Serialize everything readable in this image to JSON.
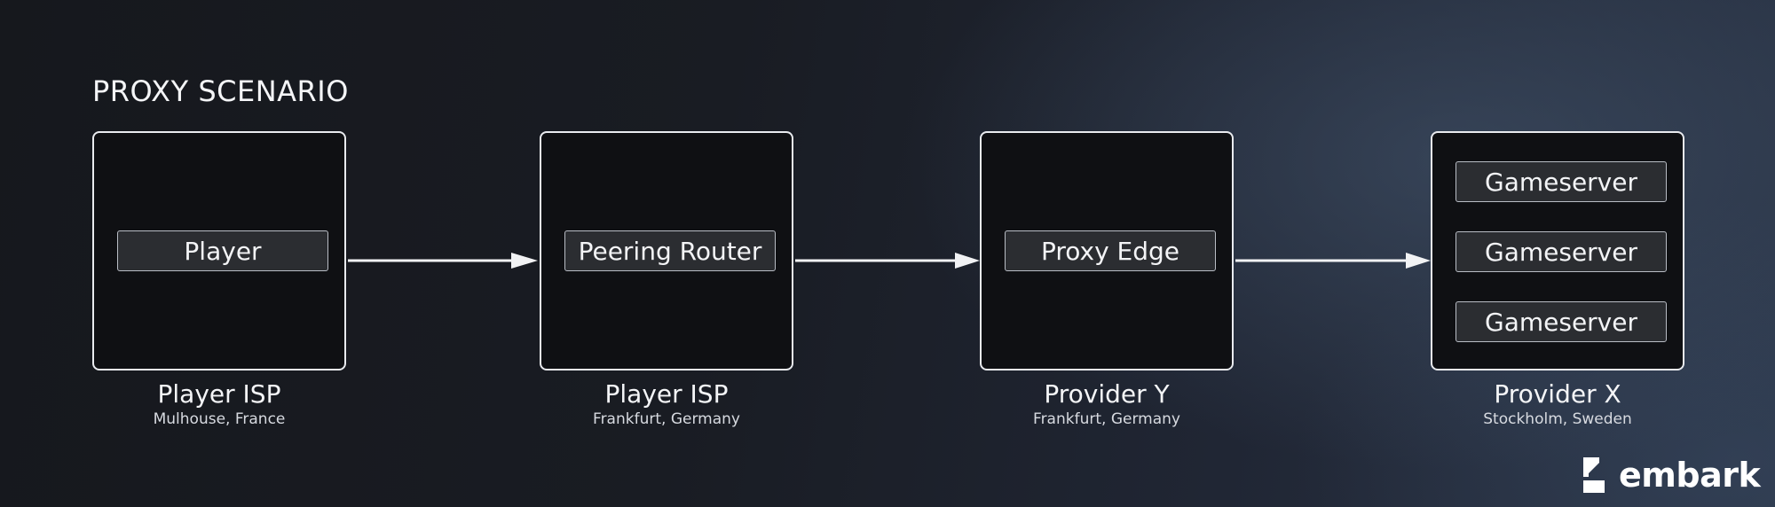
{
  "title": "PROXY SCENARIO",
  "nodes": [
    {
      "name": "Player ISP",
      "location": "Mulhouse, France",
      "items": [
        "Player"
      ]
    },
    {
      "name": "Player ISP",
      "location": "Frankfurt, Germany",
      "items": [
        "Peering Router"
      ]
    },
    {
      "name": "Provider Y",
      "location": "Frankfurt, Germany",
      "items": [
        "Proxy Edge"
      ]
    },
    {
      "name": "Provider X",
      "location": "Stockholm, Sweden",
      "items": [
        "Gameserver",
        "Gameserver",
        "Gameserver"
      ]
    }
  ],
  "logo": {
    "text": "embark"
  }
}
